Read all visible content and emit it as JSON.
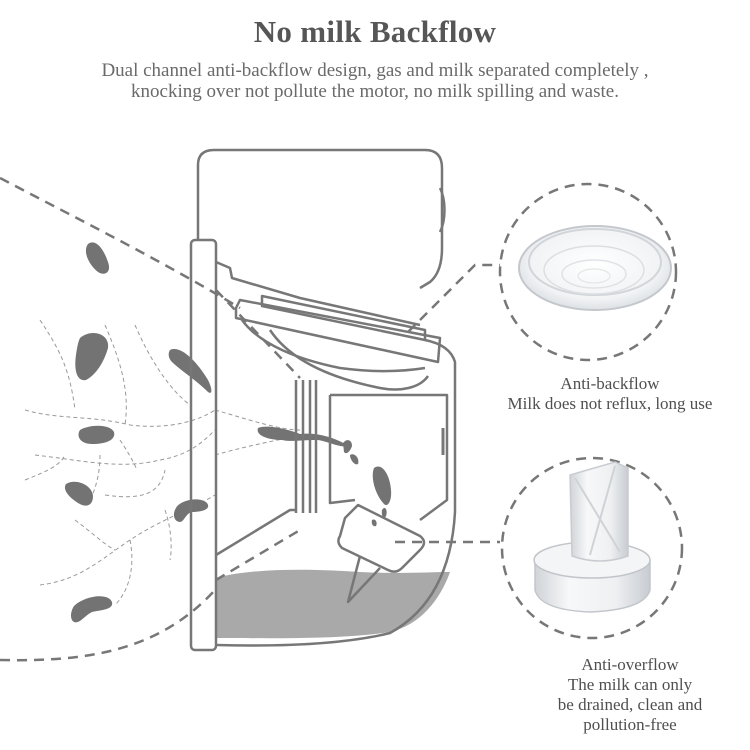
{
  "header": {
    "title": "No milk Backflow",
    "subtitle_lines": [
      "Dual channel anti-backflow design, gas and milk separated completely ,",
      "knocking over not pollute the motor, no milk spilling and waste."
    ]
  },
  "callouts": [
    {
      "part": "duckbill-disc-valve",
      "heading": "Anti-backflow",
      "lines": [
        "Milk does not reflux, long use"
      ]
    },
    {
      "part": "duckbill-valve",
      "heading": "Anti-overflow",
      "lines": [
        "The milk can only",
        "be drained, clean and",
        "pollution-free"
      ]
    }
  ],
  "colors": {
    "line": "#777777",
    "milk_fill": "#a9a9a9",
    "drop_fill": "#707070",
    "text": "#555555"
  }
}
